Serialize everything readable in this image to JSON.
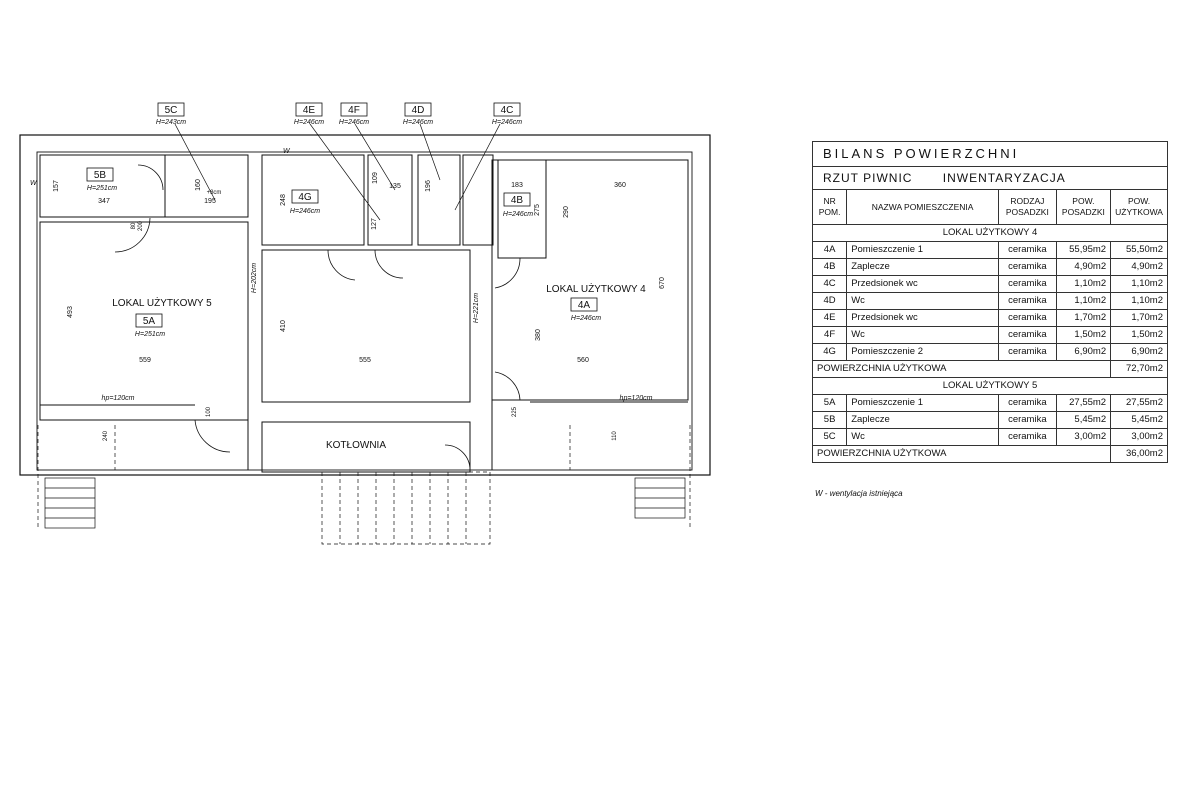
{
  "plan": {
    "room_tags": {
      "5C": "5C",
      "5C_h": "H=243cm",
      "4E": "4E",
      "4E_h": "H=246cm",
      "4F": "4F",
      "4F_h": "H=246cm",
      "4D": "4D",
      "4D_h": "H=246cm",
      "4C": "4C",
      "4C_h": "H=246cm",
      "5B": "5B",
      "5B_h": "H=251cm",
      "4G": "4G",
      "4G_h": "H=246cm",
      "4B": "4B",
      "4B_h": "H=246cm",
      "5A": "5A",
      "5A_h": "H=251cm",
      "4A": "4A",
      "4A_h": "H=246cm"
    },
    "labels": {
      "lokal5": "LOKAL UŻYTKOWY 5",
      "lokal4": "LOKAL UŻYTKOWY 4",
      "kotlownia": "KOTŁOWNIA",
      "hp_left": "hp=120cm",
      "hp_right": "hp=120cm",
      "h202": "H=202cm",
      "h221": "H=221cm",
      "vent1": "W",
      "vent2": "W"
    },
    "dims": {
      "d157": "157",
      "d347": "347",
      "d493": "493",
      "d559": "559",
      "d248": "248",
      "d410": "410",
      "d555": "555",
      "d109": "109",
      "d135": "135",
      "d196": "196",
      "d127": "127",
      "d183": "183",
      "d275": "275",
      "d290": "290",
      "d360": "360",
      "d670": "670",
      "d380": "380",
      "d560": "560",
      "d195": "195",
      "d160": "160",
      "d8": "+8cm",
      "door90": "80",
      "door200": "200",
      "door100": "100",
      "door225": "225",
      "door240": "240",
      "door110": "110"
    }
  },
  "table": {
    "title": "BILANS POWIERZCHNI",
    "subtitle_a": "RZUT PIWNIC",
    "subtitle_b": "INWENTARYZACJA",
    "headers": {
      "nr": "NR POM.",
      "name": "NAZWA POMIESZCZENIA",
      "floor": "RODZAJ POSADZKI",
      "pow_pos": "POW. POSADZKI",
      "pow_uzy": "POW. UŻYTKOWA"
    },
    "section4": "LOKAL UŻYTKOWY 4",
    "rows4": [
      {
        "nr": "4A",
        "name": "Pomieszczenie 1",
        "floor": "ceramika",
        "pos": "55,95m2",
        "uzy": "55,50m2"
      },
      {
        "nr": "4B",
        "name": "Zaplecze",
        "floor": "ceramika",
        "pos": "4,90m2",
        "uzy": "4,90m2"
      },
      {
        "nr": "4C",
        "name": "Przedsionek wc",
        "floor": "ceramika",
        "pos": "1,10m2",
        "uzy": "1,10m2"
      },
      {
        "nr": "4D",
        "name": "Wc",
        "floor": "ceramika",
        "pos": "1,10m2",
        "uzy": "1,10m2"
      },
      {
        "nr": "4E",
        "name": "Przedsionek wc",
        "floor": "ceramika",
        "pos": "1,70m2",
        "uzy": "1,70m2"
      },
      {
        "nr": "4F",
        "name": "Wc",
        "floor": "ceramika",
        "pos": "1,50m2",
        "uzy": "1,50m2"
      },
      {
        "nr": "4G",
        "name": "Pomieszczenie 2",
        "floor": "ceramika",
        "pos": "6,90m2",
        "uzy": "6,90m2"
      }
    ],
    "total4_label": "POWIERZCHNIA UŻYTKOWA",
    "total4": "72,70m2",
    "section5": "LOKAL UŻYTKOWY 5",
    "rows5": [
      {
        "nr": "5A",
        "name": "Pomieszczenie 1",
        "floor": "ceramika",
        "pos": "27,55m2",
        "uzy": "27,55m2"
      },
      {
        "nr": "5B",
        "name": "Zaplecze",
        "floor": "ceramika",
        "pos": "5,45m2",
        "uzy": "5,45m2"
      },
      {
        "nr": "5C",
        "name": "Wc",
        "floor": "ceramika",
        "pos": "3,00m2",
        "uzy": "3,00m2"
      }
    ],
    "total5_label": "POWIERZCHNIA UŻYTKOWA",
    "total5": "36,00m2"
  },
  "note": "W - wentylacja istniejąca"
}
